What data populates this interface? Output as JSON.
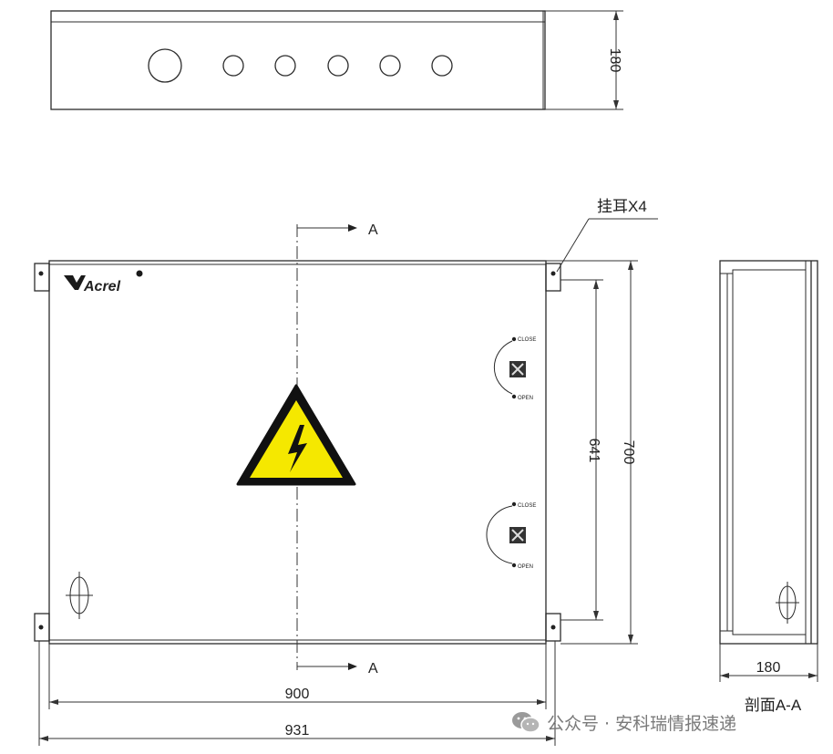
{
  "labels": {
    "dim_height_top_view": "180",
    "section_mark_top": "A",
    "section_mark_bottom": "A",
    "lug_note": "挂耳X4",
    "brand": "Acrel",
    "dim_mount_height": "641",
    "dim_total_height": "700",
    "dim_inner_width": "900",
    "dim_outer_width": "931",
    "dim_section_depth": "180",
    "section_title": "剖面A-A",
    "lock_upper_close": "CLOSE",
    "lock_upper_open": "OPEN",
    "lock_lower_close": "CLOSE",
    "lock_lower_open": "OPEN"
  },
  "watermark": {
    "text": "公众号 · 安科瑞情报速递",
    "icon": "wechat-icon"
  },
  "colors": {
    "warning_fill": "#f5e800",
    "warning_stroke": "#111111"
  }
}
